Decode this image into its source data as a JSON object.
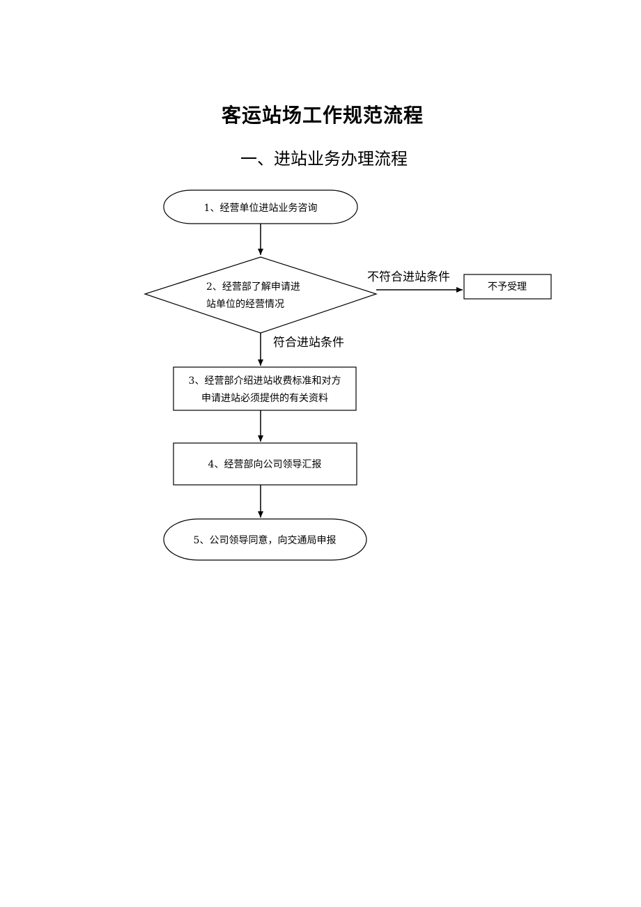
{
  "document": {
    "title": "客运站场工作规范流程",
    "section_title": "一、进站业务办理流程"
  },
  "flowchart": {
    "nodes": [
      {
        "id": "n1",
        "shape": "terminal",
        "lines": [
          "1、经营单位进站业务咨询"
        ]
      },
      {
        "id": "n2",
        "shape": "decision",
        "lines": [
          "2、经营部了解申请进",
          "站单位的经营情况"
        ]
      },
      {
        "id": "n3",
        "shape": "process",
        "lines": [
          "3、经营部介绍进站收费标准和对方",
          "申请进站必须提供的有关资料"
        ]
      },
      {
        "id": "n4",
        "shape": "process",
        "lines": [
          "4、经营部向公司领导汇报"
        ]
      },
      {
        "id": "n5",
        "shape": "terminal",
        "lines": [
          "5、公司领导同意，向交通局申报"
        ]
      },
      {
        "id": "n6",
        "shape": "process",
        "lines": [
          "不予受理"
        ]
      }
    ],
    "edges": [
      {
        "from": "n1",
        "to": "n2",
        "label": ""
      },
      {
        "from": "n2",
        "to": "n3",
        "label": "符合进站条件"
      },
      {
        "from": "n3",
        "to": "n4",
        "label": ""
      },
      {
        "from": "n4",
        "to": "n5",
        "label": ""
      },
      {
        "from": "n2",
        "to": "n6",
        "label": "不符合进站条件"
      }
    ]
  }
}
